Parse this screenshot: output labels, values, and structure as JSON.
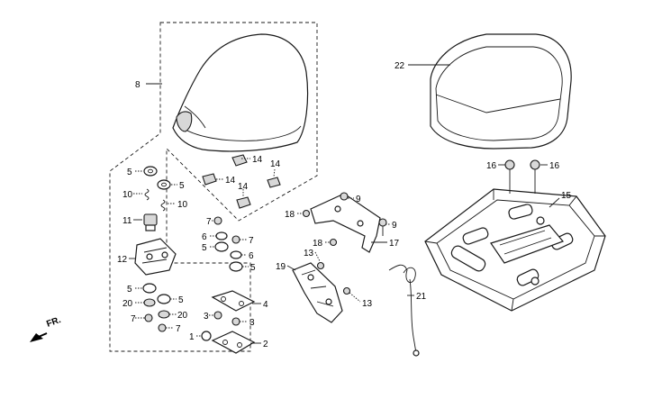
{
  "direction_label": "FR.",
  "callouts": {
    "c1": "1",
    "c2": "2",
    "c3a": "3",
    "c3b": "3",
    "c4": "4",
    "c5a": "5",
    "c5b": "5",
    "c5c": "5",
    "c5d": "5",
    "c5e": "5",
    "c5f": "5",
    "c6a": "6",
    "c6b": "6",
    "c7a": "7",
    "c7b": "7",
    "c7c": "7",
    "c7d": "7",
    "c8": "8",
    "c9a": "9",
    "c9b": "9",
    "c10a": "10",
    "c10b": "10",
    "c11": "11",
    "c12": "12",
    "c13a": "13",
    "c13b": "13",
    "c14a": "14",
    "c14b": "14",
    "c14c": "14",
    "c14d": "14",
    "c15": "15",
    "c16a": "16",
    "c16b": "16",
    "c17": "17",
    "c18a": "18",
    "c18b": "18",
    "c19": "19",
    "c20a": "20",
    "c20b": "20",
    "c21": "21",
    "c22": "22"
  }
}
